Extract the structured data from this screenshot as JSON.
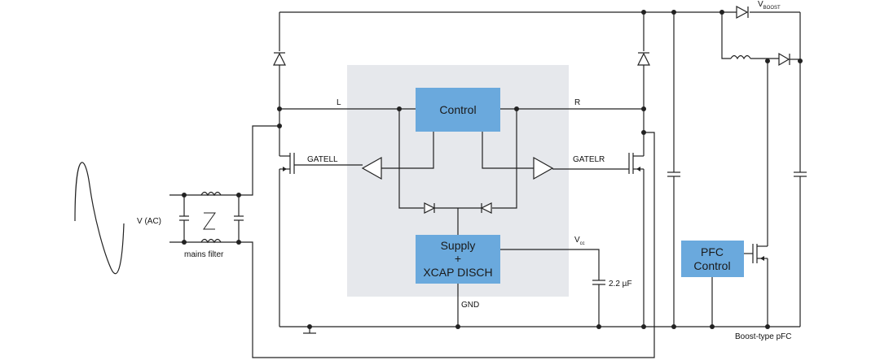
{
  "blocks": {
    "control": "Control",
    "supply_line1": "Supply",
    "supply_line2": "+",
    "supply_line3": "XCAP DISCH",
    "pfc_line1": "PFC",
    "pfc_line2": "Control"
  },
  "labels": {
    "L": "L",
    "R": "R",
    "gatell": "GATELL",
    "gatelr": "GATELR",
    "vac": "V (AC)",
    "mains_filter": "mains filter",
    "vcc_main": "V",
    "vcc_sub": "cc",
    "cap_value": "2.2 µF",
    "gnd": "GND",
    "vboost_main": "V",
    "vboost_sub": "BOOST",
    "boost_pfc": "Boost-type pFC"
  },
  "colors": {
    "ic_background": "#e6e8ec",
    "block_fill": "#6aa9dd",
    "wire": "#222222"
  }
}
